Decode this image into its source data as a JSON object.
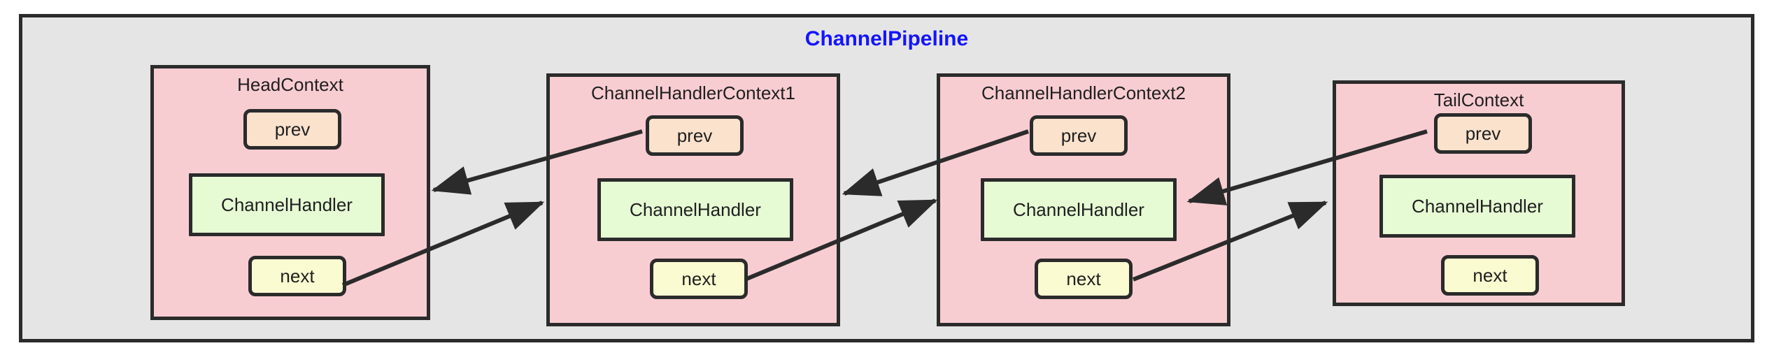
{
  "diagram": {
    "type": "flow",
    "title": "ChannelPipeline",
    "title_color": "#1414ff",
    "container_bg": "#e5e5e5",
    "border_color": "#2b2b2b",
    "node_colors": {
      "context": "#f8cdd2",
      "prev": "#fbe2cd",
      "next": "#fbfbd1",
      "handler": "#e6fad4"
    },
    "contexts": [
      {
        "id": "head",
        "title": "HeadContext",
        "prev_label": "prev",
        "handler_label": "ChannelHandler",
        "next_label": "next"
      },
      {
        "id": "ctx1",
        "title": "ChannelHandlerContext1",
        "prev_label": "prev",
        "handler_label": "ChannelHandler",
        "next_label": "next"
      },
      {
        "id": "ctx2",
        "title": "ChannelHandlerContext2",
        "prev_label": "prev",
        "handler_label": "ChannelHandler",
        "next_label": "next"
      },
      {
        "id": "tail",
        "title": "TailContext",
        "prev_label": "prev",
        "handler_label": "ChannelHandler",
        "next_label": "next"
      }
    ],
    "links": [
      {
        "from": "head.next",
        "to": "ctx1",
        "direction": "right"
      },
      {
        "from": "ctx1.prev",
        "to": "head",
        "direction": "left"
      },
      {
        "from": "ctx1.next",
        "to": "ctx2",
        "direction": "right"
      },
      {
        "from": "ctx2.prev",
        "to": "ctx1",
        "direction": "left"
      },
      {
        "from": "ctx2.next",
        "to": "tail",
        "direction": "right"
      },
      {
        "from": "tail.prev",
        "to": "ctx2",
        "direction": "left"
      }
    ]
  }
}
